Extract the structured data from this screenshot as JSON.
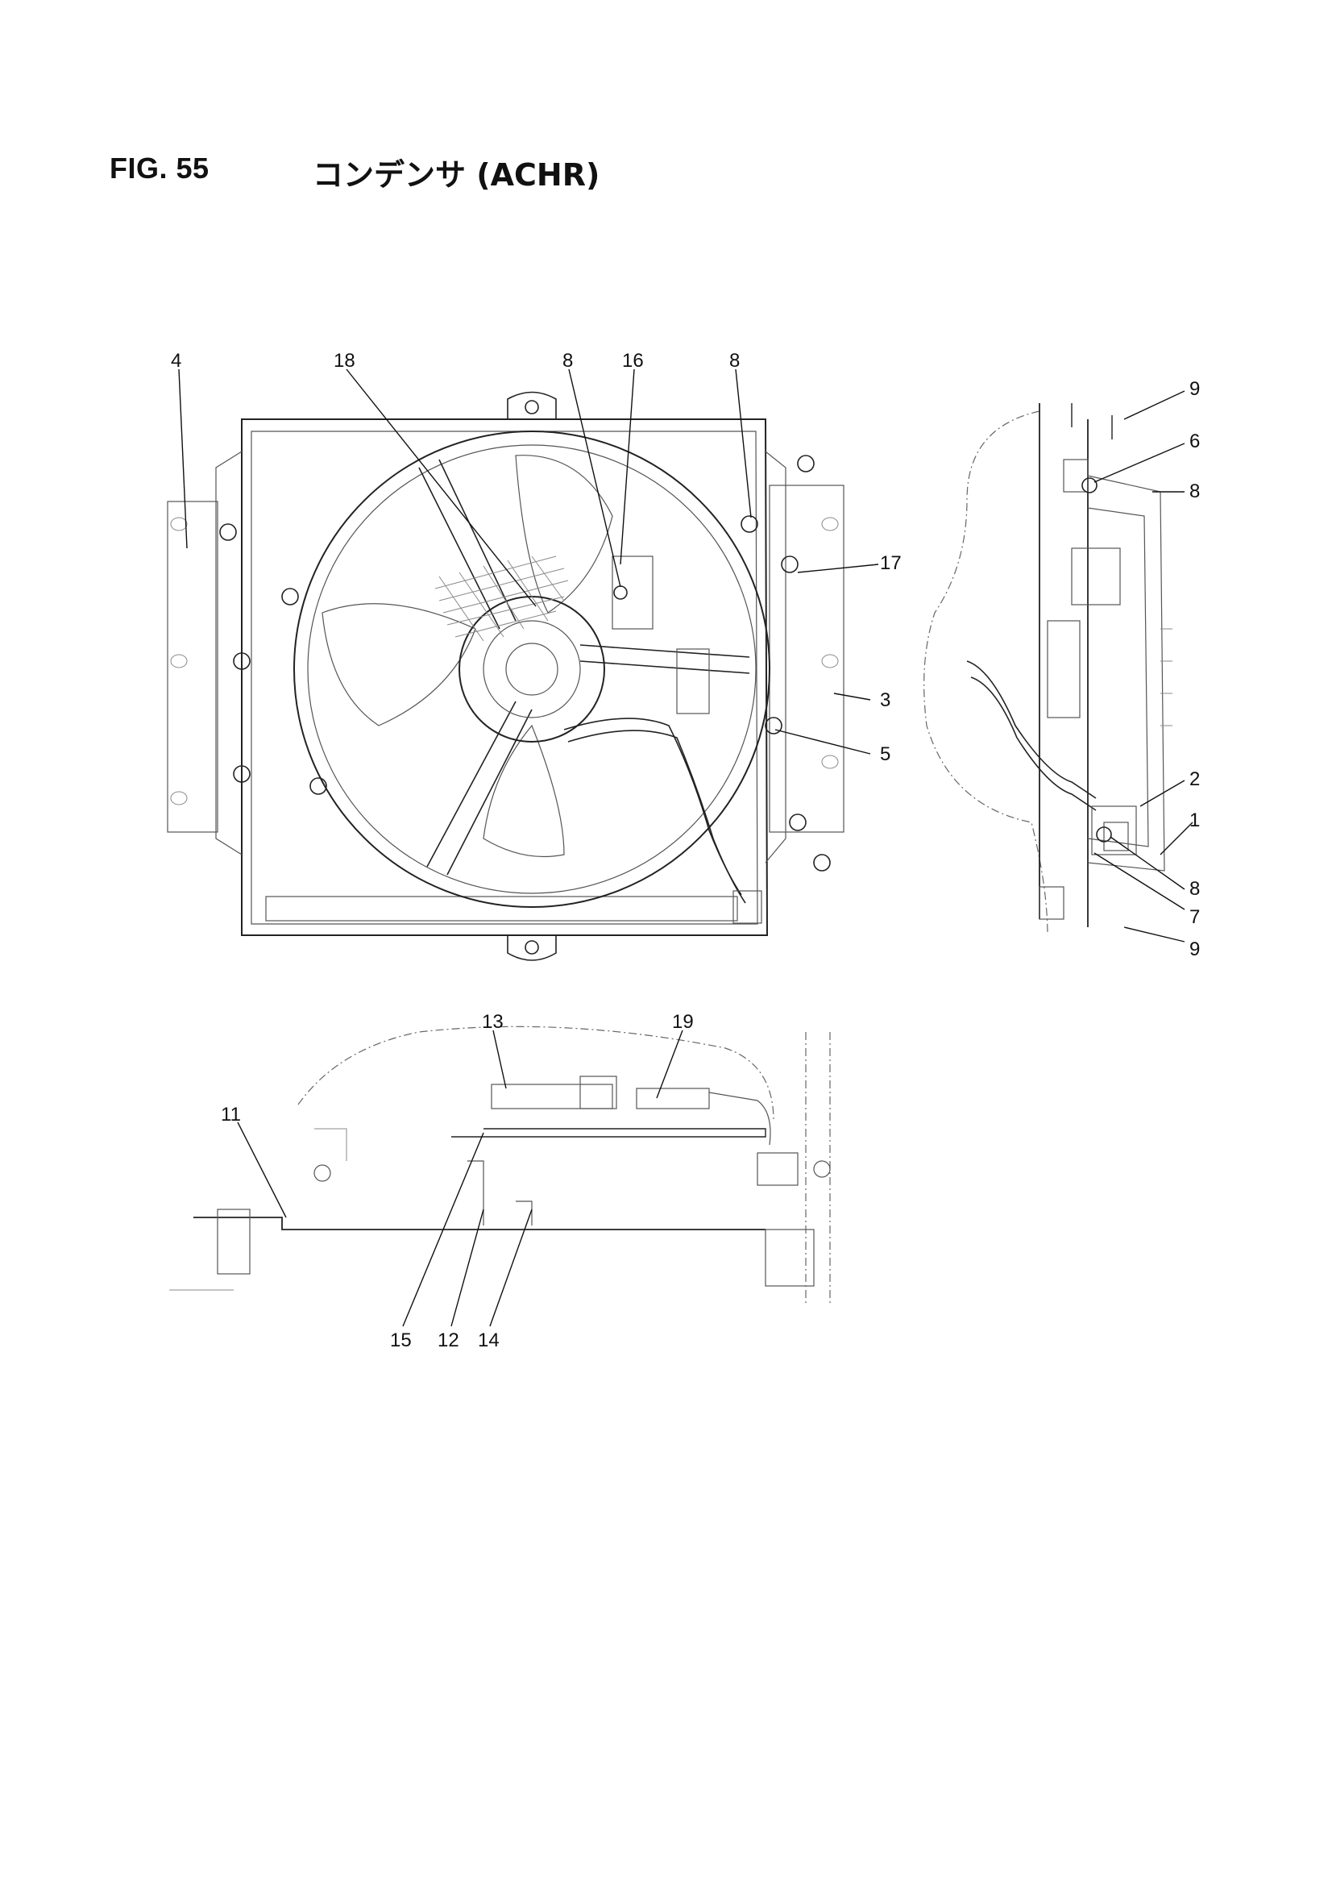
{
  "figure": {
    "number_label": "FIG. 55",
    "title": "コンデンサ (ACHR)"
  },
  "callouts": {
    "front_view": [
      "4",
      "18",
      "8",
      "16",
      "8",
      "17",
      "3",
      "5"
    ],
    "side_view": [
      "9",
      "6",
      "8",
      "2",
      "1",
      "8",
      "7",
      "9"
    ],
    "bottom_view": [
      "13",
      "19",
      "11",
      "15",
      "12",
      "14"
    ]
  }
}
